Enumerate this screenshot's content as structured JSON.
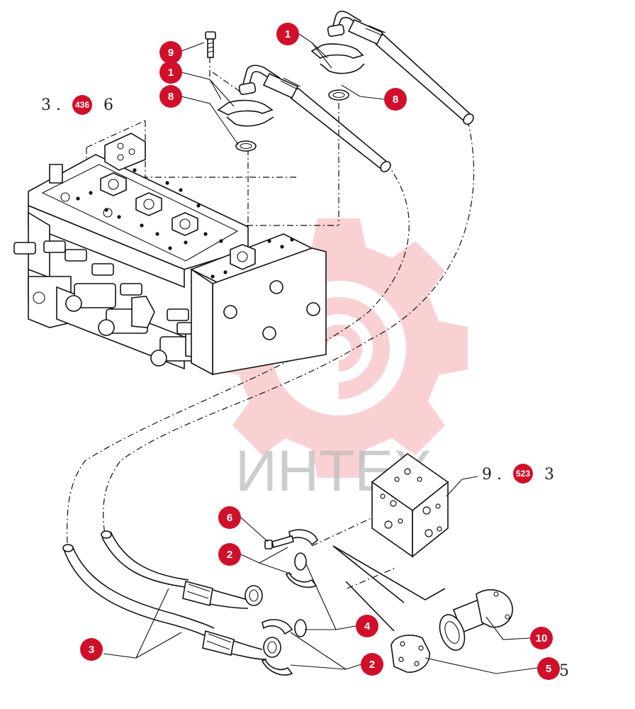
{
  "watermark": {
    "text": "ИНТЕХ",
    "gear_color": "#e8323c"
  },
  "callout_color": "#d0102a",
  "references": {
    "ref_top_left": {
      "prefix": "3 .",
      "badge": "436",
      "suffix": "6"
    },
    "ref_right": {
      "prefix": "9 .",
      "badge": "523",
      "suffix": "3"
    }
  },
  "callouts": [
    {
      "id": "c9",
      "label": "9"
    },
    {
      "id": "c1a",
      "label": "1"
    },
    {
      "id": "c8a",
      "label": "8"
    },
    {
      "id": "c1b",
      "label": "1"
    },
    {
      "id": "c8b",
      "label": "8"
    },
    {
      "id": "c6",
      "label": "6"
    },
    {
      "id": "c2a",
      "label": "2"
    },
    {
      "id": "c4",
      "label": "4"
    },
    {
      "id": "c3",
      "label": "3"
    },
    {
      "id": "c10",
      "label": "10"
    },
    {
      "id": "c2b",
      "label": "2"
    },
    {
      "id": "c5",
      "label": "5"
    }
  ],
  "trailing_5": "5"
}
